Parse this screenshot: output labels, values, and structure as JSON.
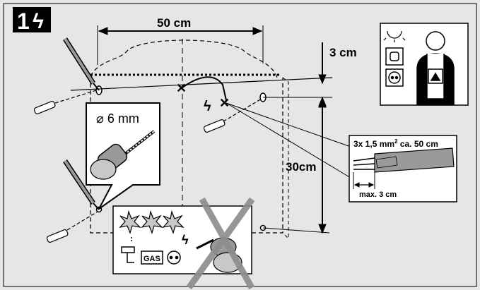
{
  "step": {
    "number": "1",
    "symbol": "ϟ"
  },
  "dimensions": {
    "width": "50 cm",
    "top_offset": "3 cm",
    "height": "30cm"
  },
  "drill_callout": {
    "bit_size": "⌀ 6 mm"
  },
  "cable_callout": {
    "spec_prefix": "3x 1,5 mm",
    "spec_exponent": "2",
    "spec_suffix": " ca. 50 cm",
    "strip_length": "max. 3 cm"
  },
  "hazard_panel": {
    "gas_label": "GAS"
  },
  "colors": {
    "background": "#e6e6e6",
    "line": "#000000",
    "fill": "#ffffff",
    "tool_gray": "#9a9a9a",
    "cross_gray": "#8e8e8e"
  },
  "icons": [
    "screwdriver-icon",
    "wall-plug-icon",
    "drill-icon",
    "electric-bolt-icon",
    "water-tap-icon",
    "socket-icon",
    "electrician-icon",
    "light-bulb-icon"
  ]
}
